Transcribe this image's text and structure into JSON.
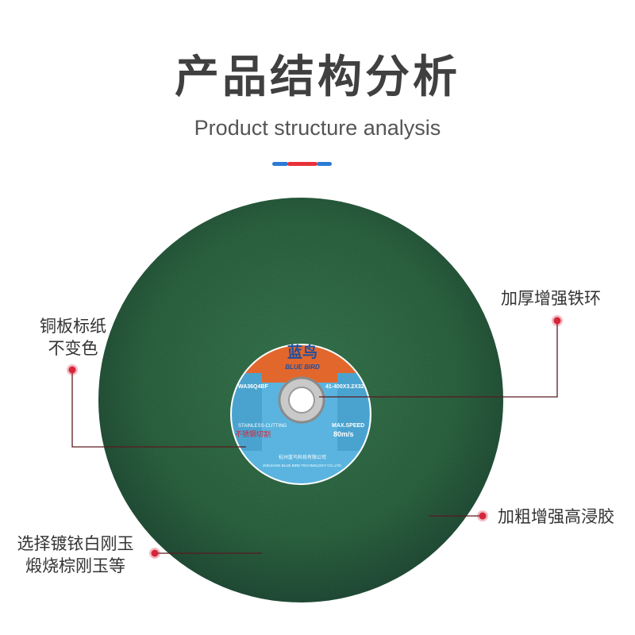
{
  "header": {
    "title": "产品结构分析",
    "subtitle": "Product structure analysis",
    "accent_colors": [
      "#2b7ad6",
      "#e8313a",
      "#2b7ad6"
    ]
  },
  "callouts": [
    {
      "line1": "铜板标纸",
      "line2": "不变色"
    },
    {
      "line1": "加厚增强铁环"
    },
    {
      "line1": "加粗增强高浸胶"
    },
    {
      "line1": "选择镀铱白刚玉",
      "line2": "煅烧棕刚玉等"
    }
  ],
  "disc_label": {
    "brand": "蓝鸟",
    "brand_en": "BLUE BIRD",
    "model": "WA36Q4BF",
    "spec": "41-400X3.2X32",
    "material_en": "STAINLESS-CUTTING",
    "material_cn": "不锈钢切割",
    "max_speed": "MAX.SPEED",
    "speed": "80m/s",
    "company_cn": "杭州蓝鸟科技有限公司",
    "company_en": "ZHEJIANG BLUE BIRD TECHNOLOGY CO.,LTD."
  },
  "colors": {
    "disc": "#2f6a44",
    "label_orange": "#e2672c",
    "label_blue": "#5ab4df",
    "marker": "#d6263b"
  }
}
